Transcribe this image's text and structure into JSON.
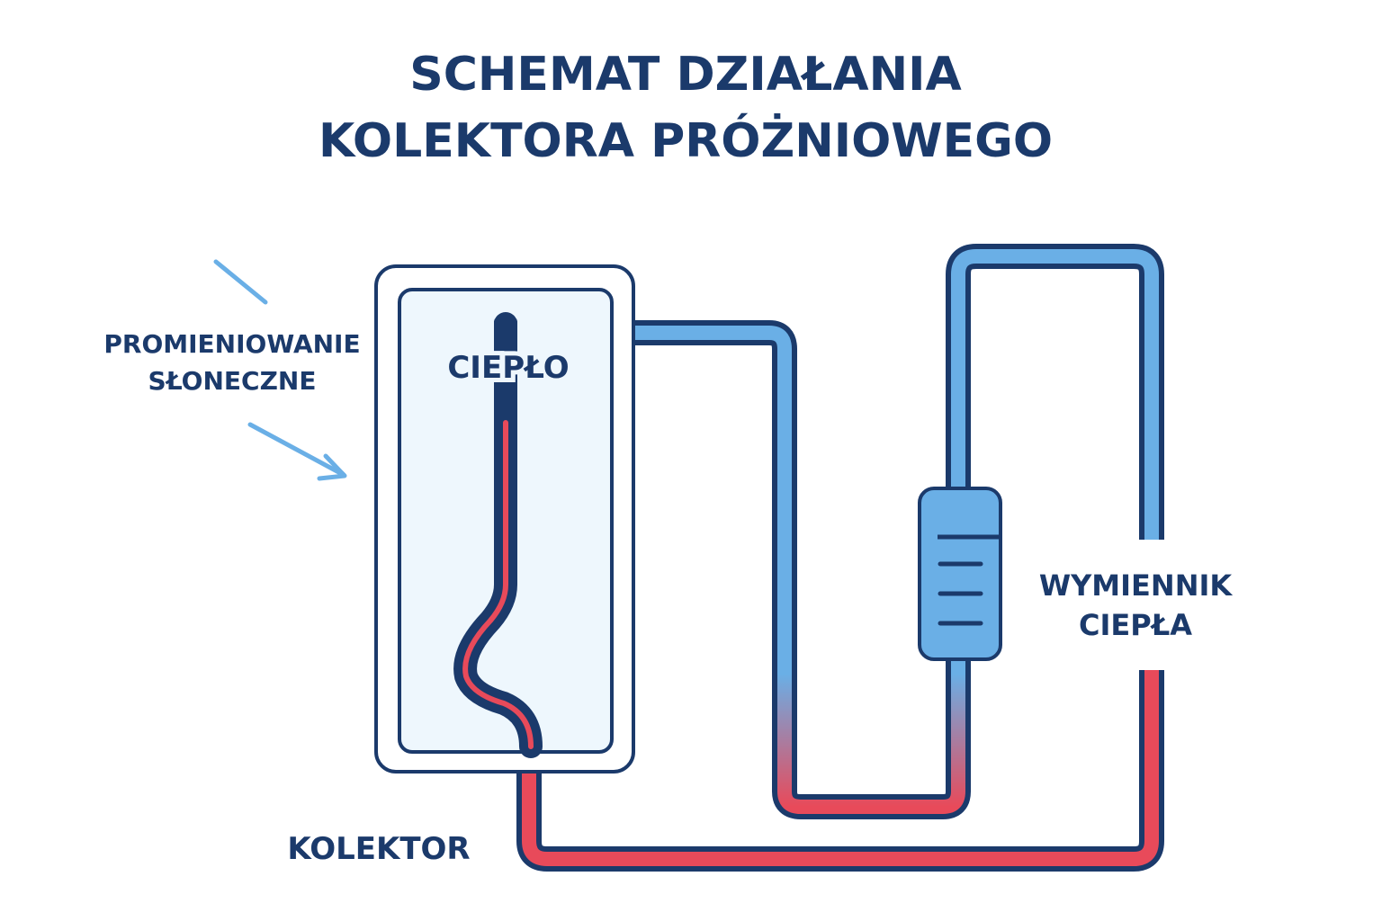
{
  "title": {
    "line1": "SCHEMAT DZIAŁANIA",
    "line2": "KOLEKTORA PRÓŻNIOWEGO"
  },
  "labels": {
    "radiation_line1": "PROMIENIOWANIE",
    "radiation_line2": "SŁONECZNE",
    "heat": "CIEPŁO",
    "exchanger_line1": "WYMIENNIK",
    "exchanger_line2": "CIEPŁA",
    "collector": "KOLEKTOR"
  },
  "colors": {
    "navy": "#1b3a6b",
    "cold_blue": "#6aafe6",
    "hot_red": "#e84a5a",
    "panel_fill": "#eef7fd",
    "ray_blue": "#6aafe6"
  },
  "icons": {
    "sun_rays": "sun-ray-arrows",
    "exchanger": "heat-exchanger-icon"
  }
}
